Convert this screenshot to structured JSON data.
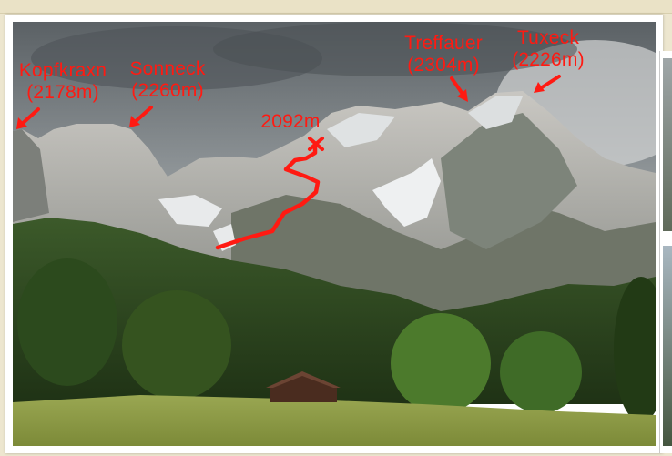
{
  "peaks": [
    {
      "name": "Kopfkraxn",
      "elevation": "(2178m)"
    },
    {
      "name": "Sonneck",
      "elevation": "(2260m)"
    },
    {
      "name": "Treffauer",
      "elevation": "(2304m)"
    },
    {
      "name": "Tuxeck",
      "elevation": "(2226m)"
    }
  ],
  "route_summit": {
    "elevation": "2092m"
  },
  "colors": {
    "annotation": "#ff1a12",
    "page_background": "#ede6cf"
  }
}
